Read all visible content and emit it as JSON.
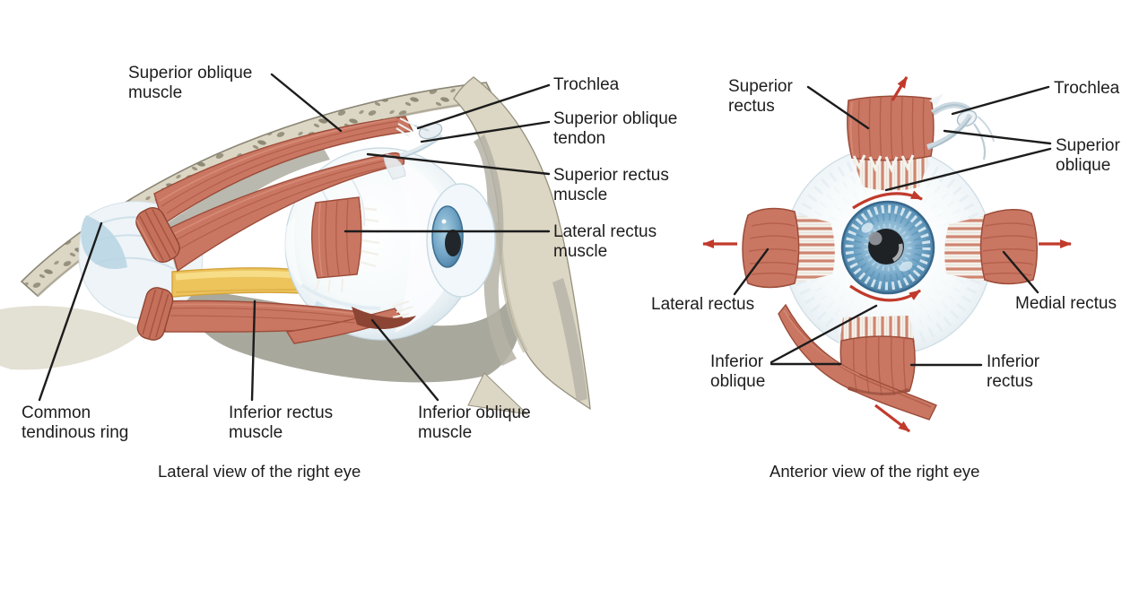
{
  "figure": {
    "lateral": {
      "caption": "Lateral view of the right eye",
      "labels": {
        "superior_oblique_muscle": "Superior oblique\nmuscle",
        "trochlea": "Trochlea",
        "superior_oblique_tendon": "Superior oblique\ntendon",
        "superior_rectus_muscle": "Superior rectus\nmuscle",
        "lateral_rectus_muscle": "Lateral rectus\nmuscle",
        "common_tendinous_ring": "Common\ntendinous ring",
        "inferior_rectus_muscle": "Inferior rectus\nmuscle",
        "inferior_oblique_muscle": "Inferior oblique\nmuscle"
      }
    },
    "anterior": {
      "caption": "Anterior view of the right eye",
      "labels": {
        "superior_rectus": "Superior\nrectus",
        "trochlea": "Trochlea",
        "superior_oblique": "Superior\noblique",
        "lateral_rectus": "Lateral rectus",
        "medial_rectus": "Medial rectus",
        "inferior_oblique": "Inferior\noblique",
        "inferior_rectus": "Inferior\nrectus"
      }
    },
    "colors": {
      "muscle": "#c97763",
      "muscle_dark": "#9c4c39",
      "bone": "#dcd6c4",
      "optic_nerve": "#edc45c",
      "iris_blue": "#6fa3c4",
      "arrow_red": "#c13a2b",
      "leader_line": "#1c1c1c"
    }
  }
}
